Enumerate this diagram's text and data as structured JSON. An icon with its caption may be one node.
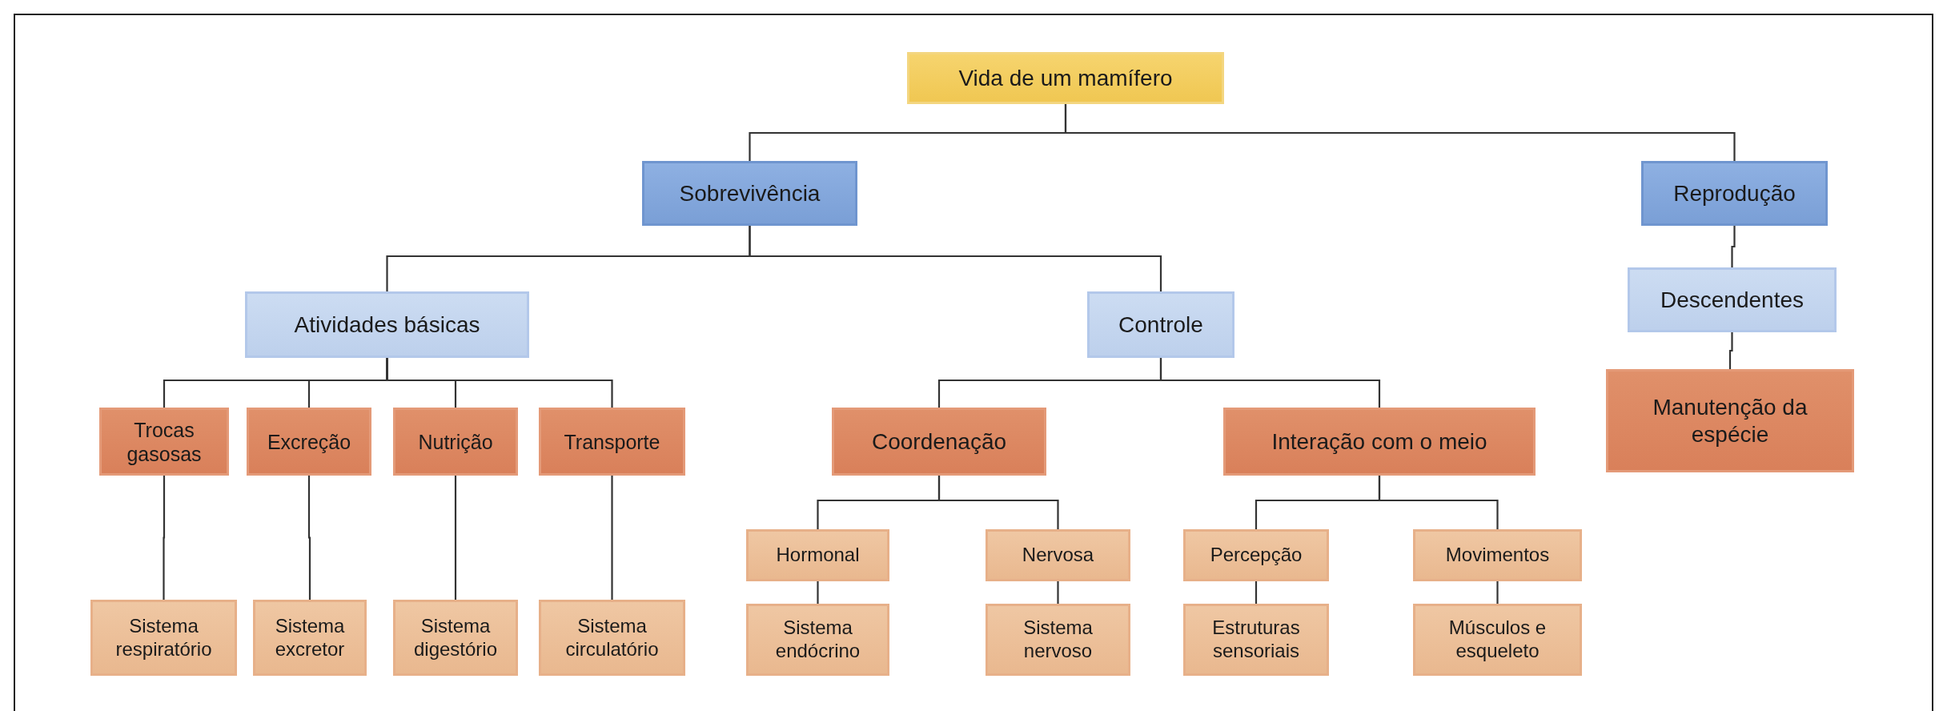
{
  "diagram": {
    "nodes": [
      {
        "text": [
          "Vida de um mamífero"
        ]
      },
      {
        "text": [
          "Sobrevivência"
        ]
      },
      {
        "text": [
          "Reprodução"
        ]
      },
      {
        "text": [
          "Atividades básicas"
        ]
      },
      {
        "text": [
          "Controle"
        ]
      },
      {
        "text": [
          "Descendentes"
        ]
      },
      {
        "text": [
          "Manutenção da espécie"
        ]
      },
      {
        "text": [
          "Trocas gasosas"
        ]
      },
      {
        "text": [
          "Excreção"
        ]
      },
      {
        "text": [
          "Nutrição"
        ]
      },
      {
        "text": [
          "Transporte"
        ]
      },
      {
        "text": [
          "Coordenação"
        ]
      },
      {
        "text": [
          "Interação com o meio"
        ]
      },
      {
        "text": [
          "Hormonal"
        ]
      },
      {
        "text": [
          "Nervosa"
        ]
      },
      {
        "text": [
          "Percepção"
        ]
      },
      {
        "text": [
          "Movimentos"
        ]
      },
      {
        "text": [
          "Sistema respiratório"
        ]
      },
      {
        "text": [
          "Sistema excretor"
        ]
      },
      {
        "text": [
          "Sistema digestório"
        ]
      },
      {
        "text": [
          "Sistema circulatório"
        ]
      },
      {
        "text": [
          "Sistema endócrino"
        ]
      },
      {
        "text": [
          "Sistema nervoso"
        ]
      },
      {
        "text": [
          "Estruturas sensoriais"
        ]
      },
      {
        "text": [
          "Músculos e esqueleto"
        ]
      }
    ],
    "edges": [
      {
        "from": 0,
        "to": 1,
        "arrow": "none"
      },
      {
        "from": 0,
        "to": 2,
        "arrow": "none"
      },
      {
        "from": 1,
        "to": 3,
        "arrow": "none"
      },
      {
        "from": 1,
        "to": 4,
        "arrow": "none"
      },
      {
        "from": 2,
        "to": 5,
        "arrow": "none"
      },
      {
        "from": 5,
        "to": 6,
        "arrow": "none"
      },
      {
        "from": 3,
        "to": 7,
        "arrow": "none"
      },
      {
        "from": 3,
        "to": 8,
        "arrow": "none"
      },
      {
        "from": 3,
        "to": 9,
        "arrow": "none"
      },
      {
        "from": 3,
        "to": 10,
        "arrow": "none"
      },
      {
        "from": 4,
        "to": 11,
        "arrow": "none"
      },
      {
        "from": 4,
        "to": 12,
        "arrow": "none"
      },
      {
        "from": 11,
        "to": 13,
        "arrow": "none"
      },
      {
        "from": 11,
        "to": 14,
        "arrow": "none"
      },
      {
        "from": 12,
        "to": 15,
        "arrow": "none"
      },
      {
        "from": 12,
        "to": 16,
        "arrow": "none"
      },
      {
        "from": 7,
        "to": 17,
        "arrow": "none"
      },
      {
        "from": 8,
        "to": 18,
        "arrow": "none"
      },
      {
        "from": 9,
        "to": 19,
        "arrow": "none"
      },
      {
        "from": 10,
        "to": 20,
        "arrow": "none"
      },
      {
        "from": 13,
        "to": 21,
        "arrow": "none"
      },
      {
        "from": 14,
        "to": 22,
        "arrow": "none"
      },
      {
        "from": 15,
        "to": 23,
        "arrow": "none"
      },
      {
        "from": 16,
        "to": 24,
        "arrow": "none"
      }
    ]
  }
}
